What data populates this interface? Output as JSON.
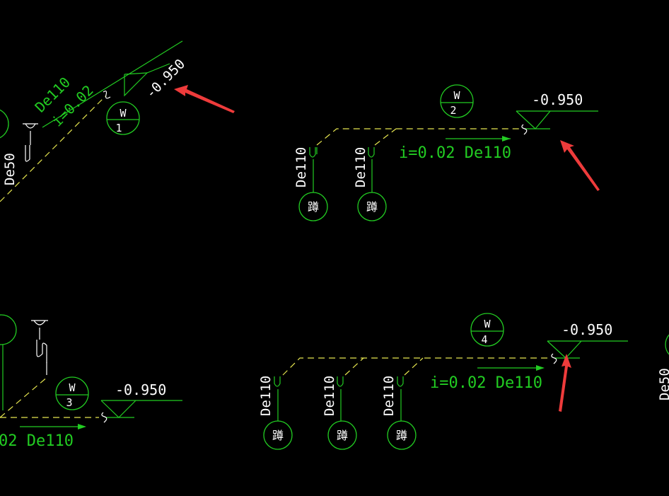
{
  "colors": {
    "background": "#000000",
    "line": "#22cc22",
    "pipe": "#e6e650",
    "text": "#ffffff",
    "annotation_arrow": "#ee3b3b"
  },
  "group1": {
    "pipe_size": "De110",
    "slope": "i=0.02",
    "elevation": "-0.950",
    "tag_letter": "W",
    "tag_number": "1",
    "branch_size": "De50"
  },
  "group2": {
    "elevation": "-0.950",
    "tag_letter": "W",
    "tag_number": "2",
    "slope_label": "i=0.02 De110",
    "fixtures": [
      {
        "size": "De110",
        "symbol": "蹲"
      },
      {
        "size": "De110",
        "symbol": "蹲"
      }
    ]
  },
  "group3": {
    "elevation": "-0.950",
    "tag_letter": "W",
    "tag_number": "3",
    "slope_label": "02 De110"
  },
  "group4": {
    "elevation": "-0.950",
    "tag_letter": "W",
    "tag_number": "4",
    "slope_label": "i=0.02 De110",
    "fixtures": [
      {
        "size": "De110",
        "symbol": "蹲"
      },
      {
        "size": "De110",
        "symbol": "蹲"
      },
      {
        "size": "De110",
        "symbol": "蹲"
      }
    ]
  },
  "edge_right": {
    "size": "De50"
  }
}
